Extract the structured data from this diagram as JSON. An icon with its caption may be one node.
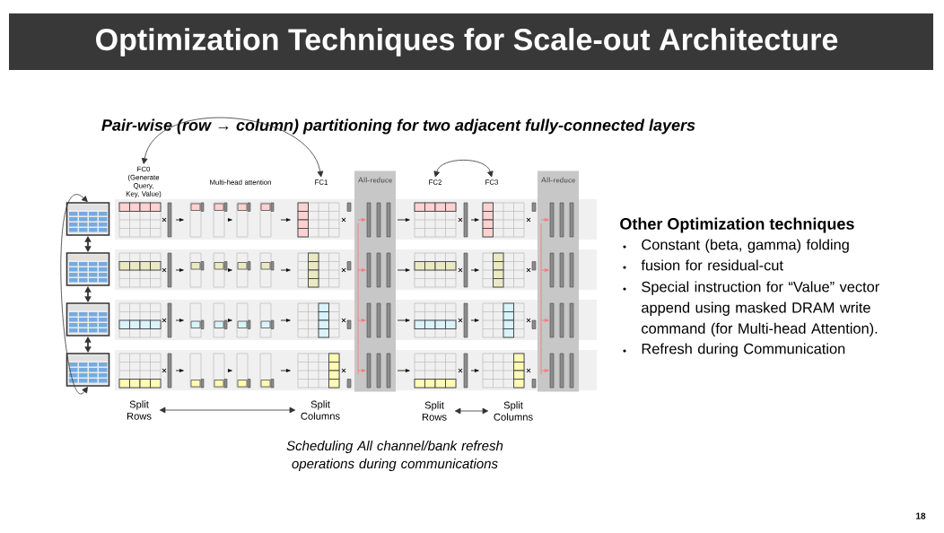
{
  "diagram": {
    "title": "Optimization Techniques for Scale-out Architecture",
    "caption": "Scheduling All channel/bank refresh operations during communications",
    "nodes": [
      {
        "text": [],
        "shape": "box"
      },
      {
        "text": [],
        "shape": "box"
      },
      {
        "text": [],
        "shape": "box"
      },
      {
        "text": [],
        "shape": "box"
      },
      {
        "text": [
          "FC0",
          "(Generate Query, Key, Value)"
        ]
      },
      {
        "text": [
          "Multi-head attention"
        ]
      },
      {
        "text": [
          "FC1"
        ]
      },
      {
        "text": [
          "All-reduce"
        ]
      },
      {
        "text": [
          "FC2"
        ]
      },
      {
        "text": [
          "FC3"
        ]
      },
      {
        "text": [
          "All-reduce"
        ]
      },
      {
        "text": [
          "Split Rows"
        ]
      },
      {
        "text": [
          "Split Columns"
        ]
      },
      {
        "text": [
          "Split Rows"
        ]
      },
      {
        "text": [
          "Split Columns"
        ]
      }
    ],
    "edges": [
      {
        "from": 0,
        "to": 1,
        "arrow": "both"
      },
      {
        "from": 1,
        "to": 2,
        "arrow": "both"
      },
      {
        "from": 2,
        "to": 3,
        "arrow": "both"
      },
      {
        "from": 3,
        "to": 0,
        "arrow": "both"
      },
      {
        "from": 4,
        "to": 6,
        "arrow": "both"
      },
      {
        "from": 8,
        "to": 9,
        "arrow": "both"
      },
      {
        "from": 11,
        "to": 12,
        "arrow": "both"
      },
      {
        "from": 13,
        "to": 14,
        "arrow": "both"
      }
    ],
    "labels": [
      "Pair-wise (row → column) partitioning for two adjacent fully-connected layers",
      "Other Optimization techniques",
      "Constant (beta, gamma) folding",
      "fusion for residual-cut",
      "Special instruction for “Value” vector append using masked DRAM write command (for Multi-head Attention).",
      "Refresh during Communication",
      "18"
    ]
  }
}
